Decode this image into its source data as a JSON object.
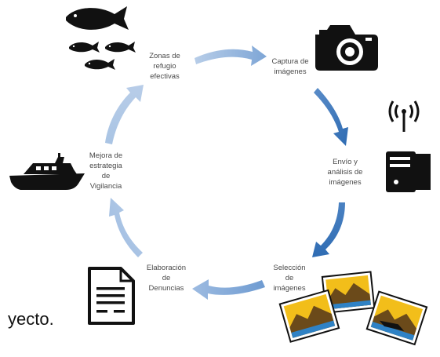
{
  "background_text": "yecto.",
  "colors": {
    "arrow_light": "#a9c4e4",
    "arrow_dark": "#3a74b8",
    "icon": "#111111",
    "photo_frame": "#2f82c5",
    "photo_yellow": "#f2be1a",
    "photo_brown": "#6b4a1a"
  },
  "nodes": [
    {
      "id": "zonas",
      "label": [
        "Zonas de",
        "refugio",
        "efectivas"
      ],
      "icon": "fish-school-icon"
    },
    {
      "id": "captura",
      "label": [
        "Captura de",
        "imágenes"
      ],
      "icon": "camera-icon"
    },
    {
      "id": "envio",
      "label": [
        "Envío y",
        "análisis de",
        "imágenes"
      ],
      "icon": "server-antenna-icon"
    },
    {
      "id": "seleccion",
      "label": [
        "Selección",
        "de",
        "imágenes"
      ],
      "icon": "photos-icon"
    },
    {
      "id": "elaboracion",
      "label": [
        "Elaboración",
        "de",
        "Denuncias"
      ],
      "icon": "document-icon"
    },
    {
      "id": "mejora",
      "label": [
        "Mejora de",
        "estrategia",
        "de",
        "Vigilancia"
      ],
      "icon": "boat-icon"
    }
  ]
}
